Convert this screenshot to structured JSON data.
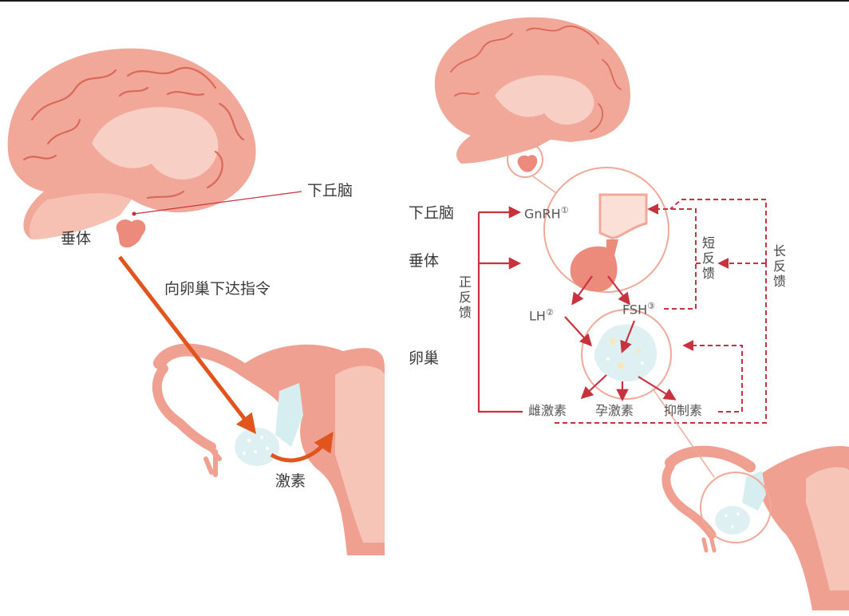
{
  "left_panel": {
    "hypothalamus": "下丘脑",
    "pituitary": "垂体",
    "instruction": "向卵巢下达指令",
    "hormone": "激素"
  },
  "right_panel": {
    "row_labels": {
      "hypothalamus": "下丘脑",
      "pituitary": "垂体",
      "ovary": "卵巢"
    },
    "gnrh": {
      "text": "GnRH",
      "mark": "①"
    },
    "lh": {
      "text": "LH",
      "mark": "②"
    },
    "fsh": {
      "text": "FSH",
      "mark": "③"
    },
    "outputs": [
      "雌激素",
      "孕激素",
      "抑制素"
    ],
    "positive_feedback": "正反馈",
    "short_feedback": "短反馈",
    "long_feedback": "长反馈"
  },
  "colors": {
    "brain": "#f2a898",
    "brain_light": "#f8cfc4",
    "pituitary": "#ec8a7c",
    "uterus": "#f0a090",
    "ovary": "#dff0f2",
    "instruction_arrow": "#e2541e",
    "feedback": "#c8323f"
  }
}
